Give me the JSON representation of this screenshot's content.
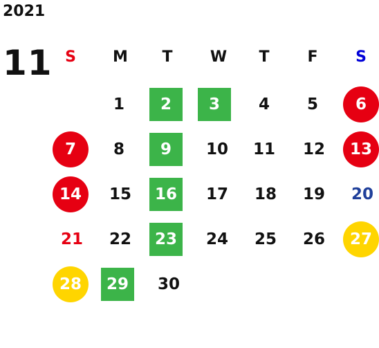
{
  "year": "2021",
  "month": "11",
  "weekdays": [
    "S",
    "M",
    "T",
    "W",
    "T",
    "F",
    "S"
  ],
  "days": [
    "1",
    "2",
    "3",
    "4",
    "5",
    "6",
    "7",
    "8",
    "9",
    "10",
    "11",
    "12",
    "13",
    "14",
    "15",
    "16",
    "17",
    "18",
    "19",
    "20",
    "21",
    "22",
    "23",
    "24",
    "25",
    "26",
    "27",
    "28",
    "29",
    "30"
  ],
  "colors": {
    "green_box": "#3cb449",
    "holiday_red": "#e60012",
    "closed_yellow": "#ffd500",
    "saturday_blue": "#1f3f9a"
  }
}
